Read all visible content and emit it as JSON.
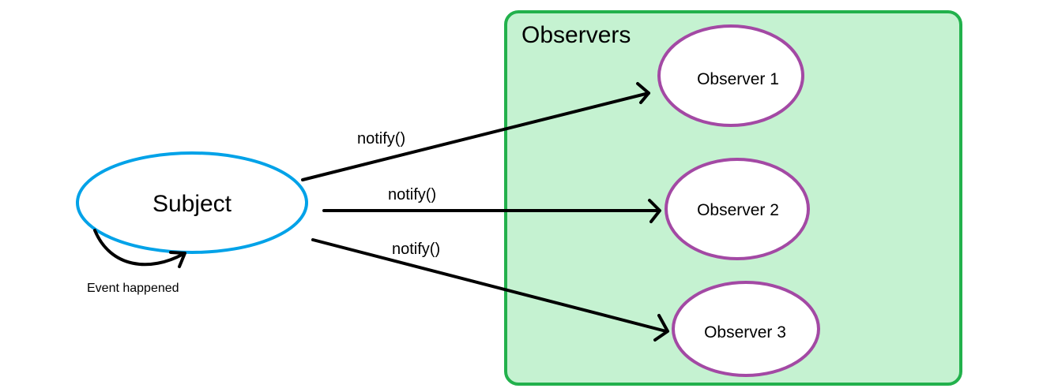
{
  "group": {
    "title": "Observers",
    "fill_color": "#c5f2d1",
    "border_color": "#22b14c"
  },
  "subject": {
    "label": "Subject",
    "border_color": "#00a2e8"
  },
  "self_loop": {
    "label": "Event happened"
  },
  "observers": [
    {
      "label": "Observer 1"
    },
    {
      "label": "Observer 2"
    },
    {
      "label": "Observer 3"
    }
  ],
  "observer_style": {
    "border_color": "#a349a4",
    "fill_color": "#ffffff"
  },
  "arrows": [
    {
      "label": "notify()"
    },
    {
      "label": "notify()"
    },
    {
      "label": "notify()"
    }
  ]
}
